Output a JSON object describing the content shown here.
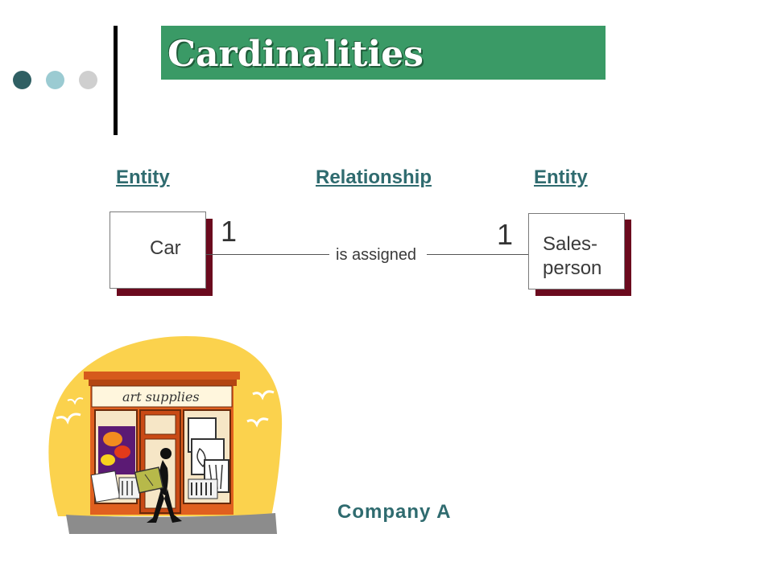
{
  "slide": {
    "title": "Cardinalities",
    "colors": {
      "title_band": "#3a9a66",
      "heading_text": "#2f6b6f",
      "entity_shadow": "#6b0a1e",
      "dot_dark": "#2f5f63",
      "dot_light": "#9bcbd2",
      "dot_grey": "#cfcfcf"
    }
  },
  "headings": {
    "left_entity": "Entity",
    "relationship": "Relationship",
    "right_entity": "Entity"
  },
  "diagram": {
    "left_entity": {
      "label": "Car",
      "cardinality": "1"
    },
    "relationship": {
      "label": "is assigned"
    },
    "right_entity": {
      "label": "Sales-\nperson",
      "cardinality": "1"
    }
  },
  "clipart": {
    "icon": "art-supplies-shop-clipart",
    "sign_text": "art supplies"
  },
  "caption": {
    "company": "Company A"
  }
}
